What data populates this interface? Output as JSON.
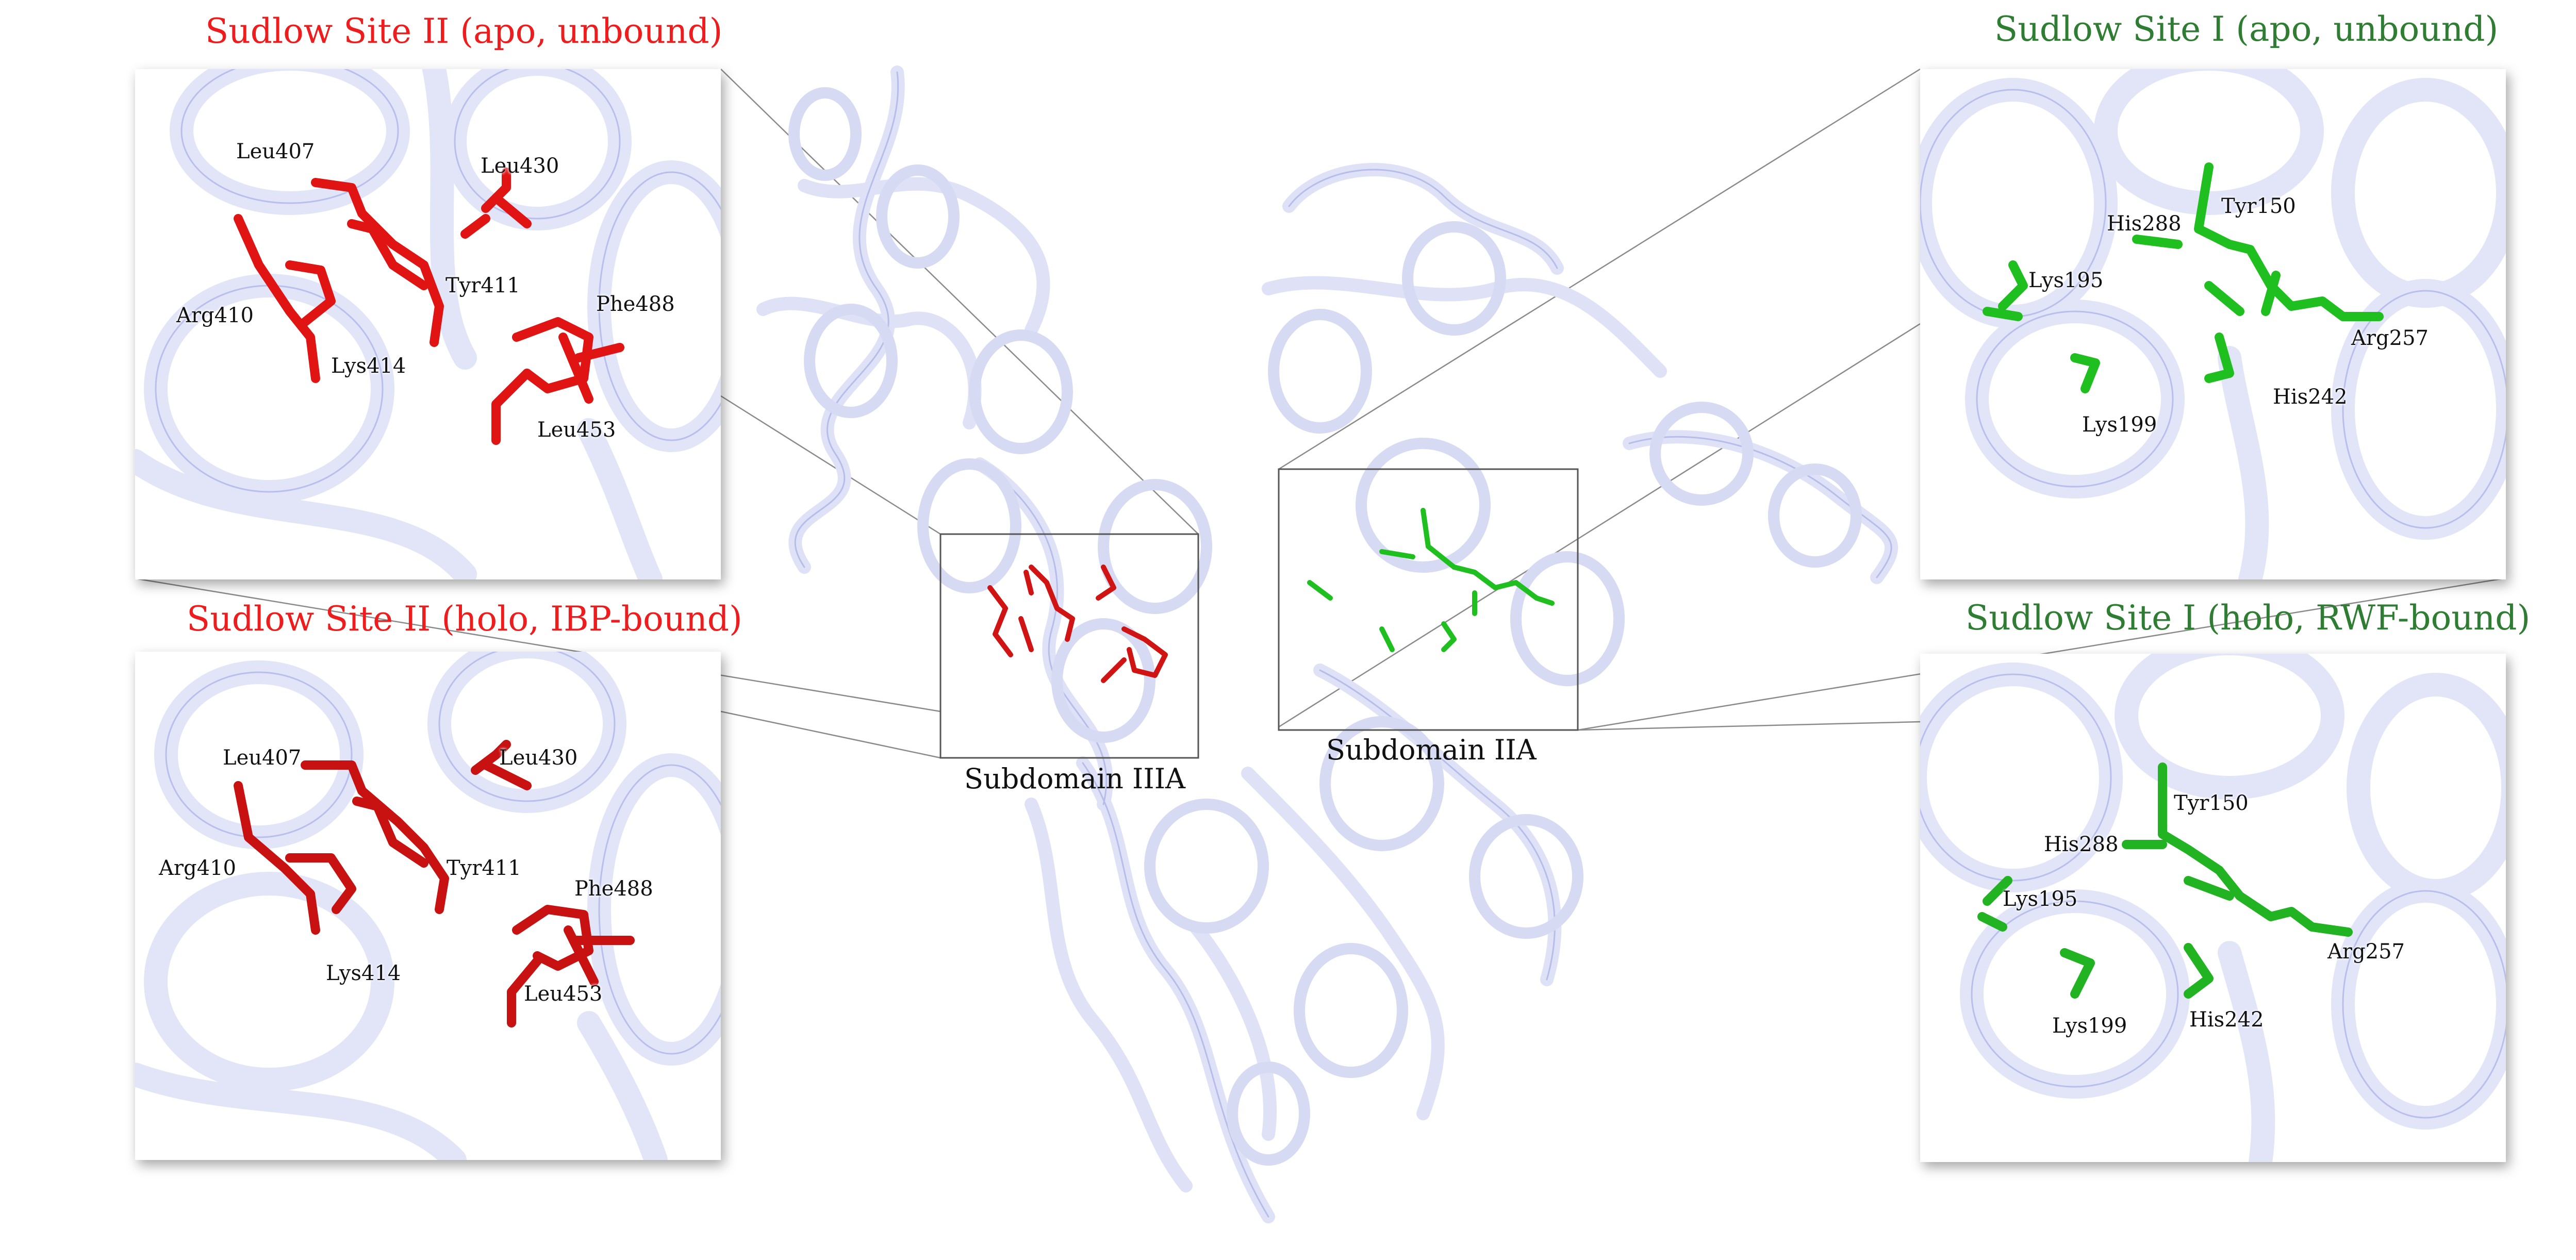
{
  "colors": {
    "ribbon": "#dfe2f7",
    "ribbon_edge": "#9aa3dd",
    "site_ii": "#e01414",
    "site_ii_dark": "#b40f0f",
    "site_i": "#1fbf1f",
    "site_i_dark": "#149414",
    "title_red": "#ee1c1c",
    "title_green": "#2e7d32",
    "box_line": "#555555",
    "connector_line": "#8a8a8a"
  },
  "overview": {
    "subdomain_iiia": {
      "label": "Subdomain IIIA"
    },
    "subdomain_iia": {
      "label": "Subdomain IIA"
    }
  },
  "panels": [
    {
      "key": "site_ii_apo",
      "title": "Sudlow Site II (apo, unbound)",
      "residues": [
        "Leu407",
        "Leu430",
        "Arg410",
        "Tyr411",
        "Phe488",
        "Lys414",
        "Leu453"
      ]
    },
    {
      "key": "site_ii_holo",
      "title": "Sudlow Site II (holo, IBP-bound)",
      "residues": [
        "Leu407",
        "Leu430",
        "Arg410",
        "Tyr411",
        "Phe488",
        "Lys414",
        "Leu453"
      ]
    },
    {
      "key": "site_i_apo",
      "title": "Sudlow Site I (apo, unbound)",
      "residues": [
        "Tyr150",
        "His288",
        "Lys195",
        "Arg257",
        "His242",
        "Lys199"
      ]
    },
    {
      "key": "site_i_holo",
      "title": "Sudlow Site I (holo, RWF-bound)",
      "residues": [
        "Tyr150",
        "His288",
        "Lys195",
        "Arg257",
        "Lys199",
        "His242"
      ]
    }
  ]
}
